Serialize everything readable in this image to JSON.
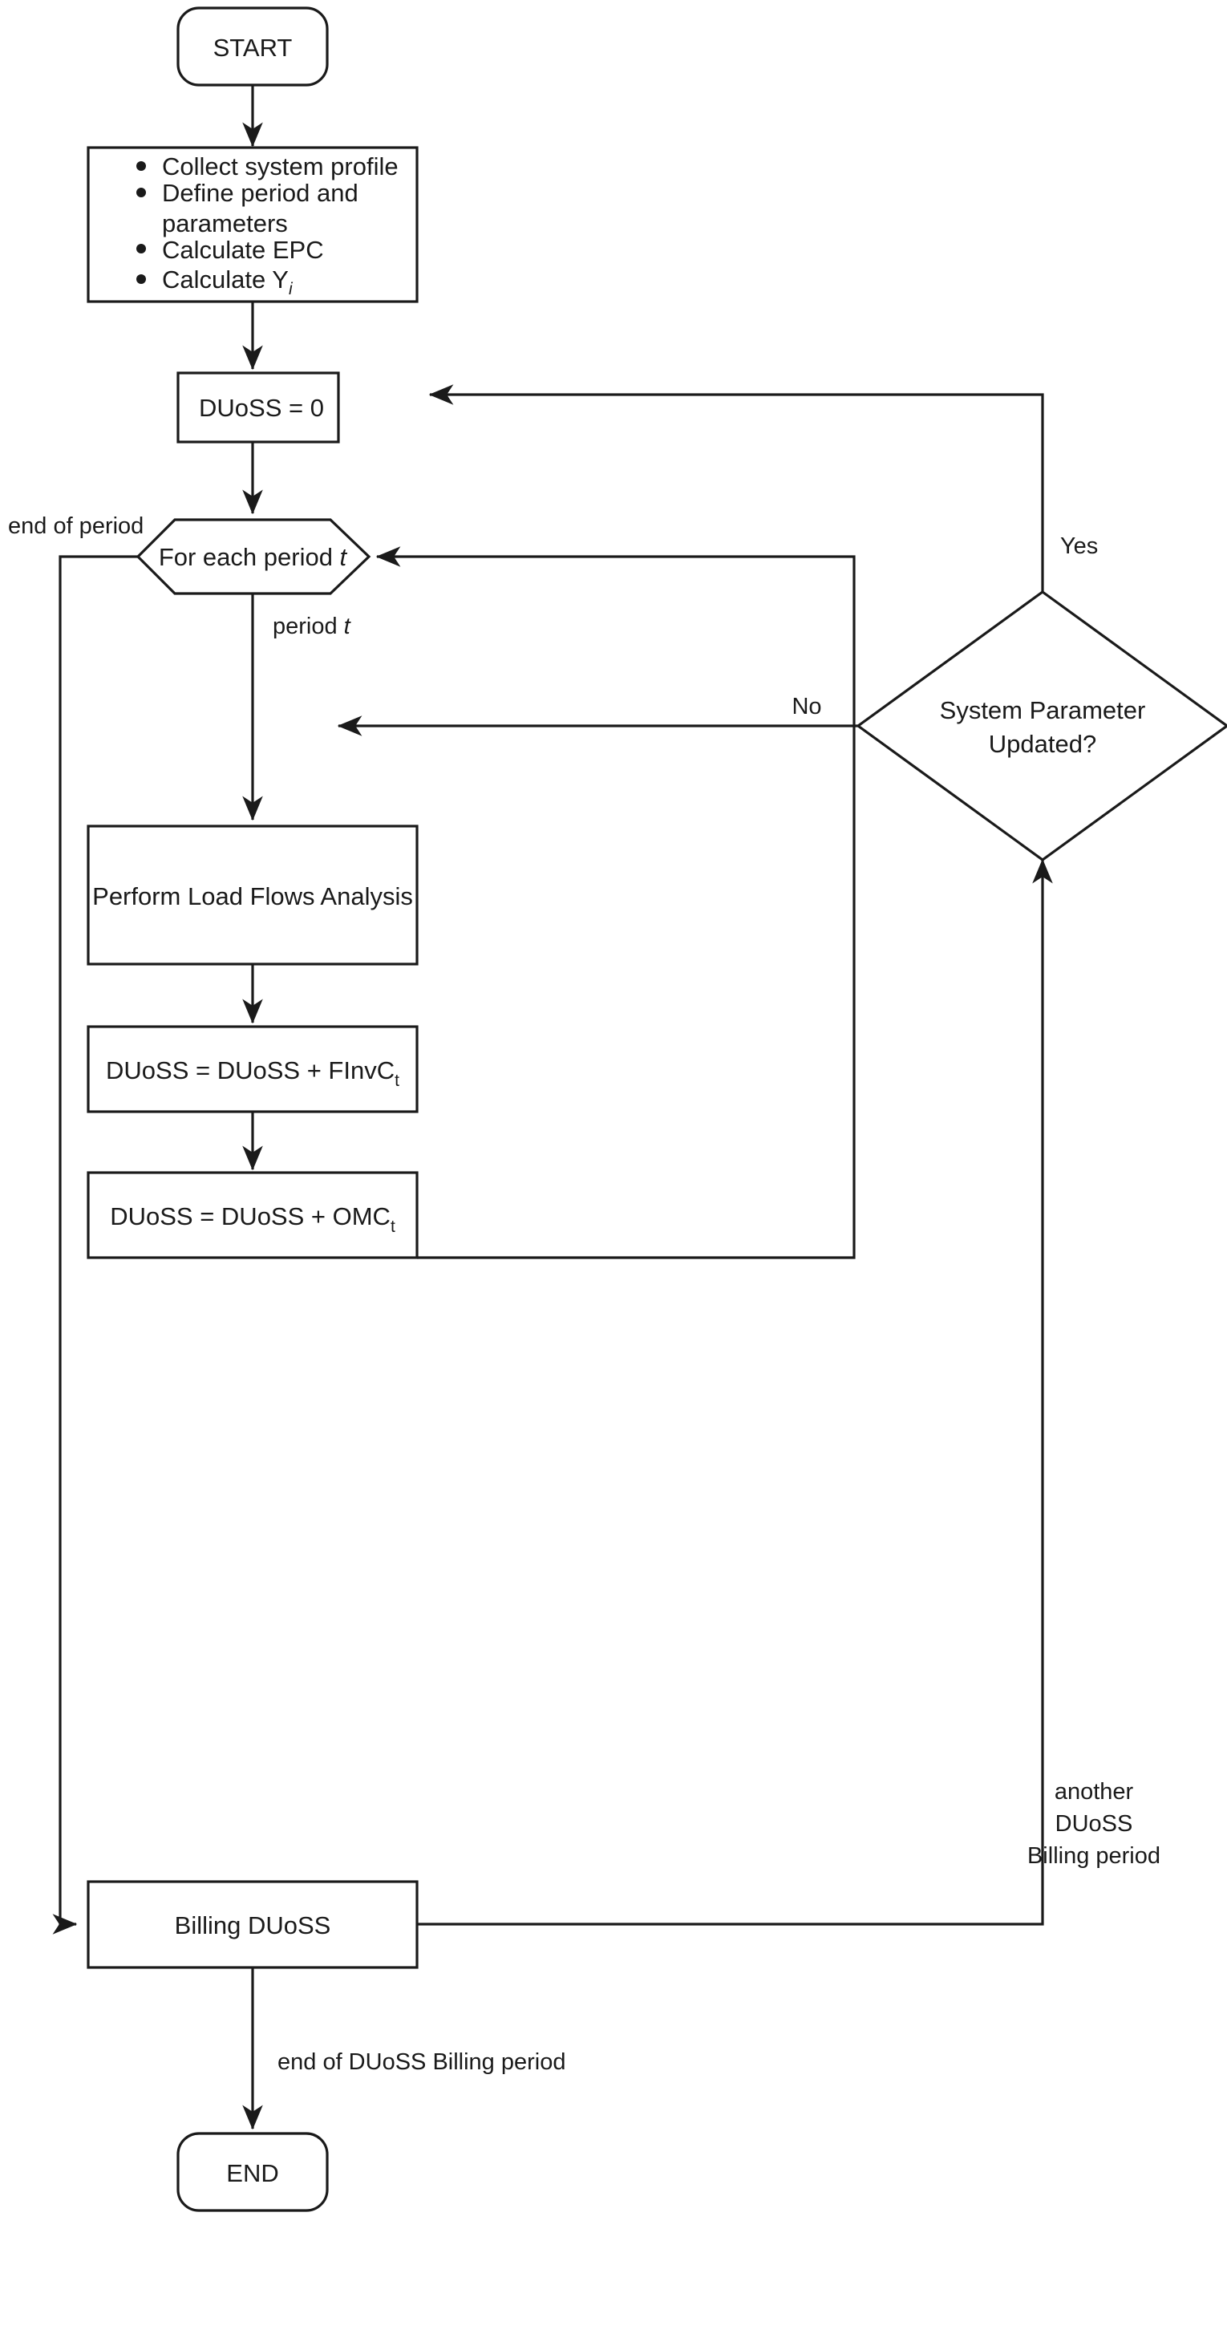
{
  "diagram": {
    "type": "flowchart",
    "title": "DUoSS calculation and billing flowchart",
    "nodes": {
      "start": {
        "label": "START",
        "shape": "rounded-terminator"
      },
      "setup": {
        "shape": "process",
        "bullets": [
          "Collect system profile",
          "Define period and parameters",
          "Calculate EPC",
          "Calculate Y"
        ],
        "bullet4_sub": "i"
      },
      "init": {
        "label": "DUoSS = 0",
        "shape": "process"
      },
      "decision": {
        "line1": "System Parameter",
        "line2": "Updated?",
        "shape": "diamond"
      },
      "loop": {
        "label": "For each period ",
        "var": "t",
        "shape": "hexagon"
      },
      "loadflow": {
        "label": "Perform Load Flows Analysis",
        "shape": "process"
      },
      "finvc": {
        "label": "DUoSS = DUoSS + FInvC",
        "sub": "t",
        "shape": "process"
      },
      "omc": {
        "label": "DUoSS = DUoSS + OMC",
        "sub": "t",
        "shape": "process"
      },
      "billing": {
        "label": "Billing DUoSS",
        "shape": "process"
      },
      "end": {
        "label": "END",
        "shape": "rounded-terminator"
      }
    },
    "edge_labels": {
      "yes": "Yes",
      "no": "No",
      "end_of_period": "end of period",
      "period_t_prefix": "period ",
      "period_t_var": "t",
      "another_line1": "another",
      "another_line2": "DUoSS",
      "another_line3": "Billing period",
      "end_of_billing": "end of DUoSS Billing period"
    },
    "colors": {
      "stroke": "#1a1a1a",
      "fill": "#ffffff",
      "text": "#1a1a1a",
      "background": "#ffffff"
    }
  }
}
